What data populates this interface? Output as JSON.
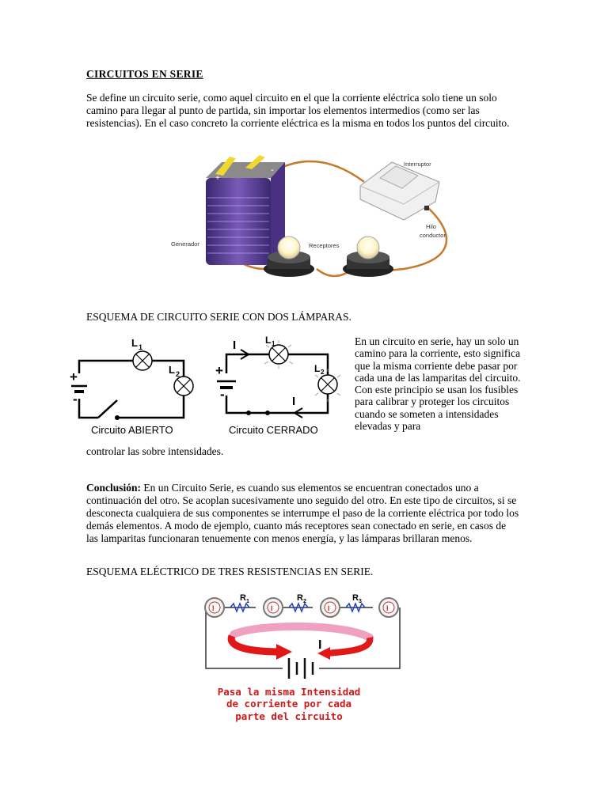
{
  "title": "CIRCUITOS  EN  SERIE",
  "intro": "Se define un circuito serie, como aquel circuito en el que la corriente eléctrica solo tiene un solo camino para llegar al punto de partida, sin importar los elementos intermedios (como ser las resistencias). En el caso concreto la corriente eléctrica es la misma en todos los puntos del circuito.",
  "figure1": {
    "labels": {
      "interruptor": "Interruptor",
      "generador": "Generador",
      "receptores": "Receptores",
      "hilo_line1": "Hilo",
      "hilo_line2": "conductor",
      "plus": "+",
      "minus": "-"
    }
  },
  "section2_heading": "ESQUEMA DE CIRCUITO SERIE CON DOS LÁMPARAS.",
  "schematic_open": {
    "caption": "Circuito ABIERTO",
    "l1": "L",
    "l1_sub": "1",
    "l2": "L",
    "l2_sub": "2",
    "plus": "+",
    "minus": "-"
  },
  "schematic_closed": {
    "caption": "Circuito  CERRADO",
    "l1": "L",
    "l1_sub": "1",
    "l2": "L",
    "l2_sub": "2",
    "plus": "+",
    "minus": "-",
    "current_top": "I",
    "current_bottom": "I"
  },
  "side_text": "En un circuito en serie, hay un solo un camino para la corriente, esto significa que la misma corriente debe pasar por cada una de las lamparitas del circuito.\nCon este principio se usan los fusibles para calibrar y proteger los circuitos cuando se someten a intensidades elevadas y para",
  "side_text_cont": "controlar las sobre intensidades.",
  "conclusion_label": "Conclusión:",
  "conclusion_text": " En un Circuito Serie, es cuando sus elementos se encuentran conectados uno a continuación del otro. Se acoplan sucesivamente uno seguido del otro. En este tipo de circuitos, si se desconecta cualquiera de sus componentes se interrumpe el paso de la corriente eléctrica por todo los demás elementos. A modo de ejemplo, cuanto más receptores sean conectado en serie, en casos de las lamparitas funcionaran tenuemente con menos energía, y las lámparas brillaran menos.",
  "section3_heading": "ESQUEMA ELÉCTRICO DE  TRES RESISTENCIAS EN SERIE.",
  "figure3": {
    "r1": "R",
    "r1_sub": "1",
    "r2": "R",
    "r2_sub": "2",
    "r3": "R",
    "r3_sub": "3",
    "current": "I",
    "meter_symbol": "I",
    "caption_line1": "Pasa la misma Intensidad",
    "caption_line2": "de corriente por cada",
    "caption_line3": "parte del circuito"
  },
  "colors": {
    "text": "#000000",
    "wire_copper": "#c8782a",
    "battery_purple": "#5a3a9a",
    "arrow_red": "#e01818",
    "arrow_pink": "#f0a0c0",
    "caption_red": "#d01818"
  }
}
